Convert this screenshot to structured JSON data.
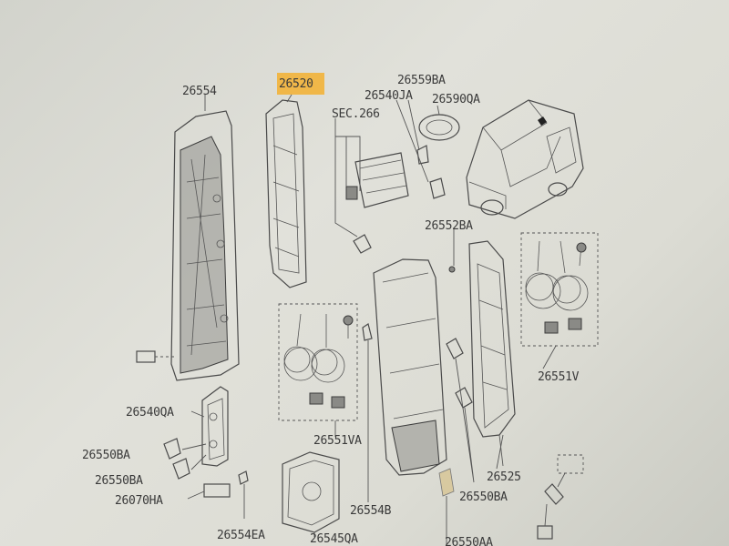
{
  "labels": {
    "l26554": "26554",
    "l26520": "26520",
    "lsec266": "SEC.266",
    "l26540ja": "26540JA",
    "l26559ba": "26559BA",
    "l26590qa": "26590QA",
    "l26552ba": "26552BA",
    "l26540qa": "26540QA",
    "l26550ba_1": "26550BA",
    "l26550ba_2": "26550BA",
    "l26070ha": "26070HA",
    "l26554ea": "26554EA",
    "l26551va": "26551VA",
    "l26545qa": "26545QA",
    "l26554b": "26554B",
    "l26550aa": "26550AA",
    "l26550ba_3": "26550BA",
    "l26525": "26525",
    "l26551v": "26551V"
  },
  "colors": {
    "highlight": "#f2b23a",
    "paper": "#dcdcd4",
    "ink": "#3a3a3a"
  },
  "icons": [
    "van-illustration",
    "bulb-icon",
    "connector-icon",
    "screw-icon"
  ]
}
